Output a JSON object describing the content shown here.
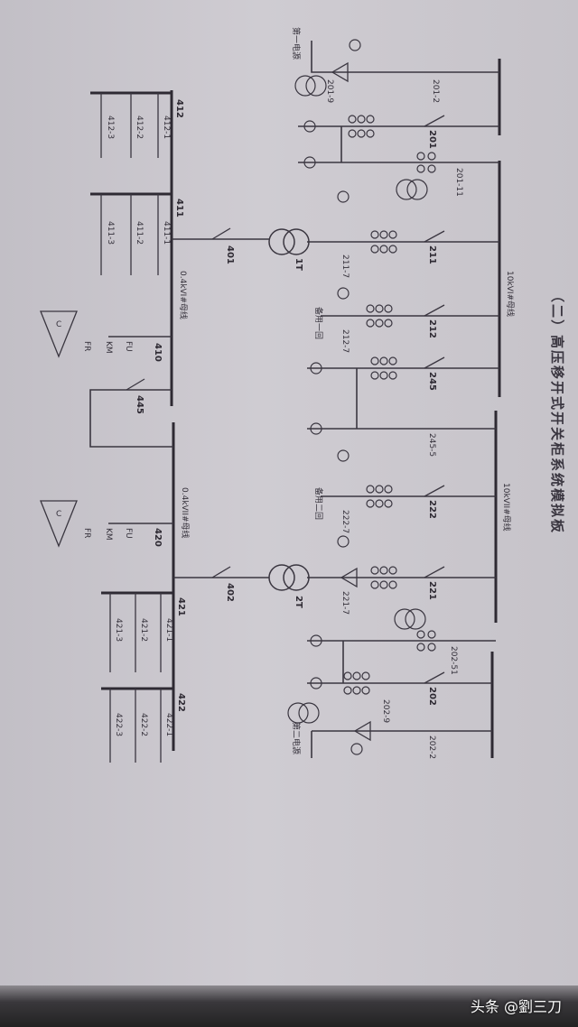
{
  "title": "（二）高压移开式开关柜系统模拟板",
  "hv": {
    "source1": "第一电源",
    "source2": "第二电源",
    "bus1": "10kVI#母线",
    "bus2": "10kVII#母线",
    "spare1": "备用一回",
    "spare2": "备用二回",
    "labels": [
      "201-9",
      "201-2",
      "201",
      "201-11",
      "211",
      "211-7",
      "1T",
      "212",
      "212-7",
      "245",
      "245-5",
      "222",
      "222-7",
      "221",
      "221-7",
      "2T",
      "202-51",
      "202",
      "202-9",
      "202-2"
    ]
  },
  "lv": {
    "bus1": "0.4kVI#母线",
    "bus2": "0.4kVII#母线",
    "labels": [
      "412",
      "411",
      "401",
      "410",
      "445",
      "420",
      "402",
      "421",
      "422"
    ],
    "branches412": [
      "412-1",
      "412-2",
      "412-3"
    ],
    "branches411": [
      "411-1",
      "411-2",
      "411-3"
    ],
    "branches421": [
      "421-1",
      "421-2",
      "421-3"
    ],
    "branches422": [
      "422-1",
      "422-2",
      "422-3"
    ],
    "motor": {
      "fu": "FU",
      "km": "KM",
      "fr": "FR",
      "c": "C"
    }
  },
  "watermark": "头条 @劉三刀"
}
